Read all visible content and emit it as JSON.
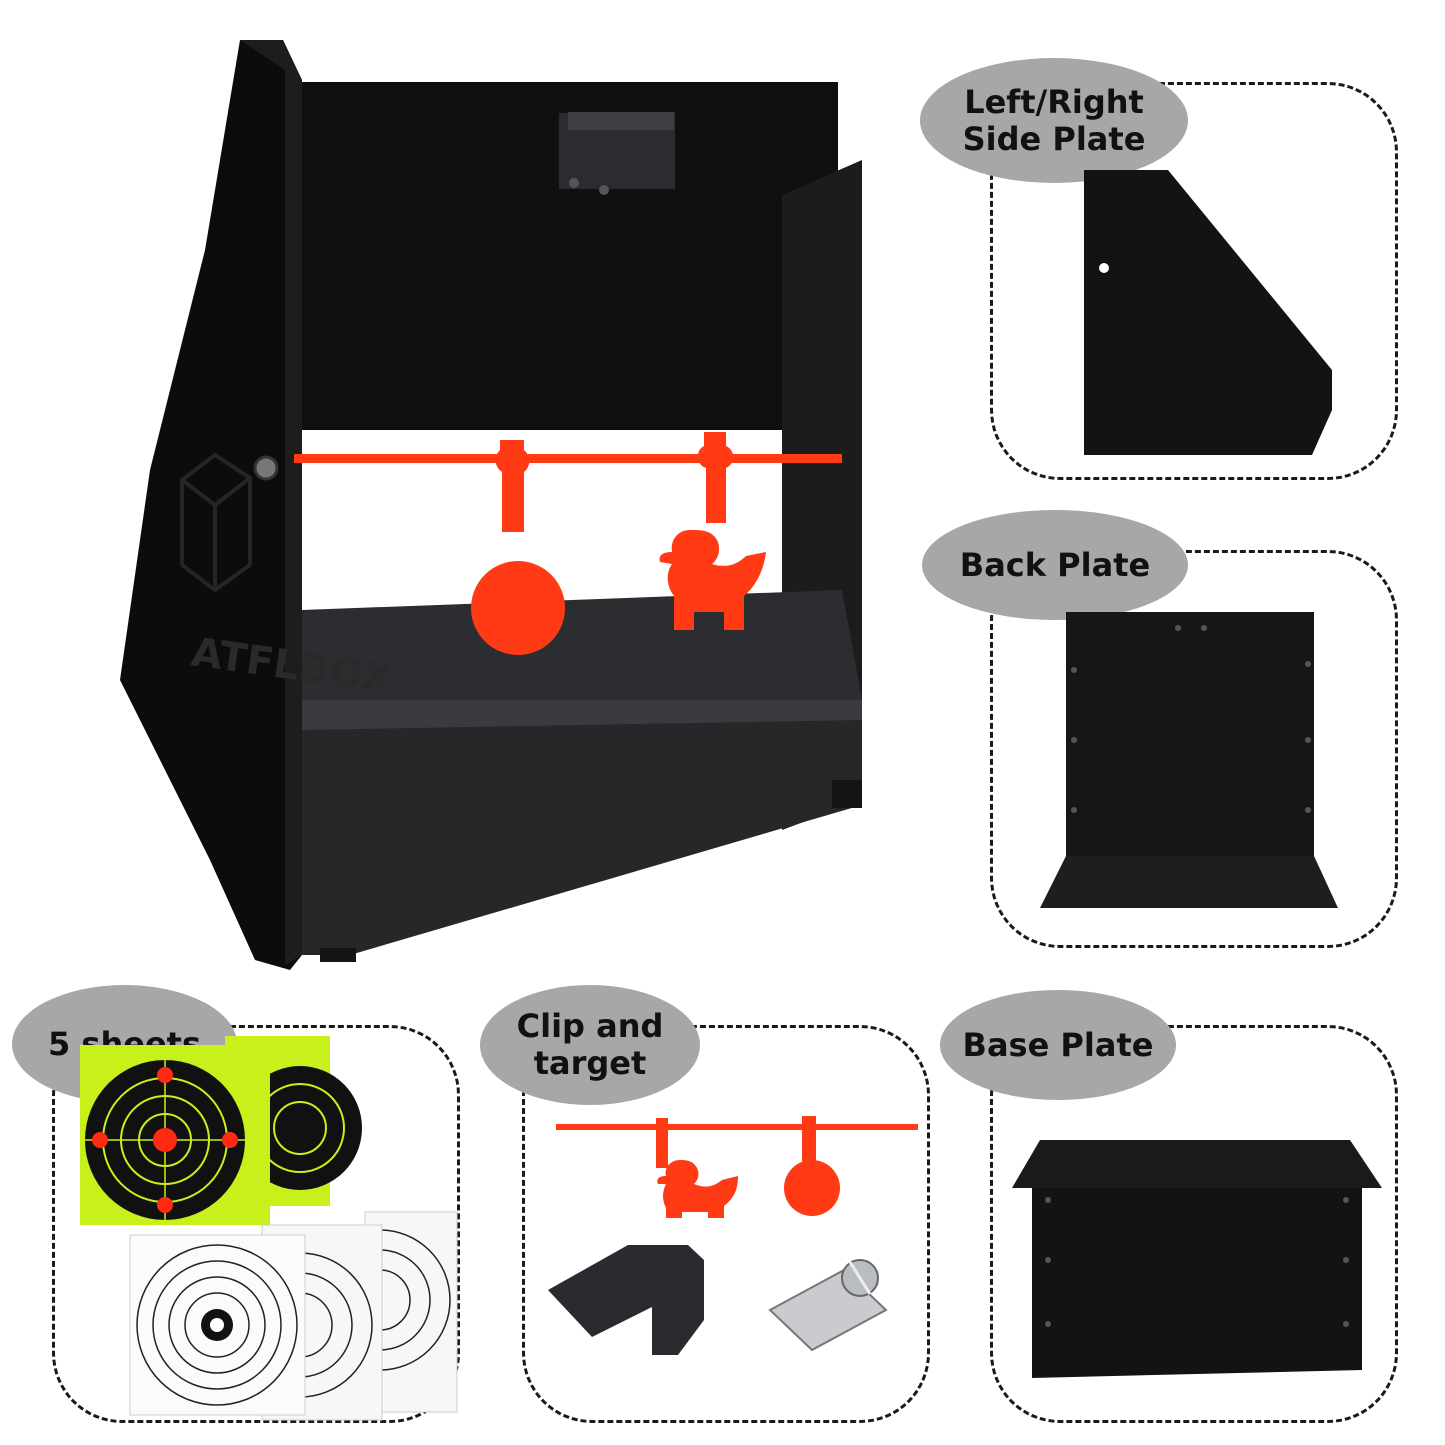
{
  "product": {
    "brand_logo_text": "ATFLBOX",
    "colors": {
      "steel": "#121212",
      "steel_floor": "#2f3033",
      "target_red": "#ff2a12",
      "label_gray": "#a7a7a7",
      "target_green": "#c8f01a"
    }
  },
  "panels": {
    "side_plate": {
      "label": "Left/Right\nSide Plate"
    },
    "back_plate": {
      "label": "Back Plate"
    },
    "base_plate": {
      "label": "Base Plate"
    },
    "sheets": {
      "label": "5 sheets"
    },
    "clip_target": {
      "label": "Clip and\ntarget"
    }
  },
  "icons": {
    "logo": "cube-logo-icon",
    "duck_target": "duck-target-icon",
    "round_target": "round-target-icon",
    "clip": "binder-clip-icon"
  }
}
